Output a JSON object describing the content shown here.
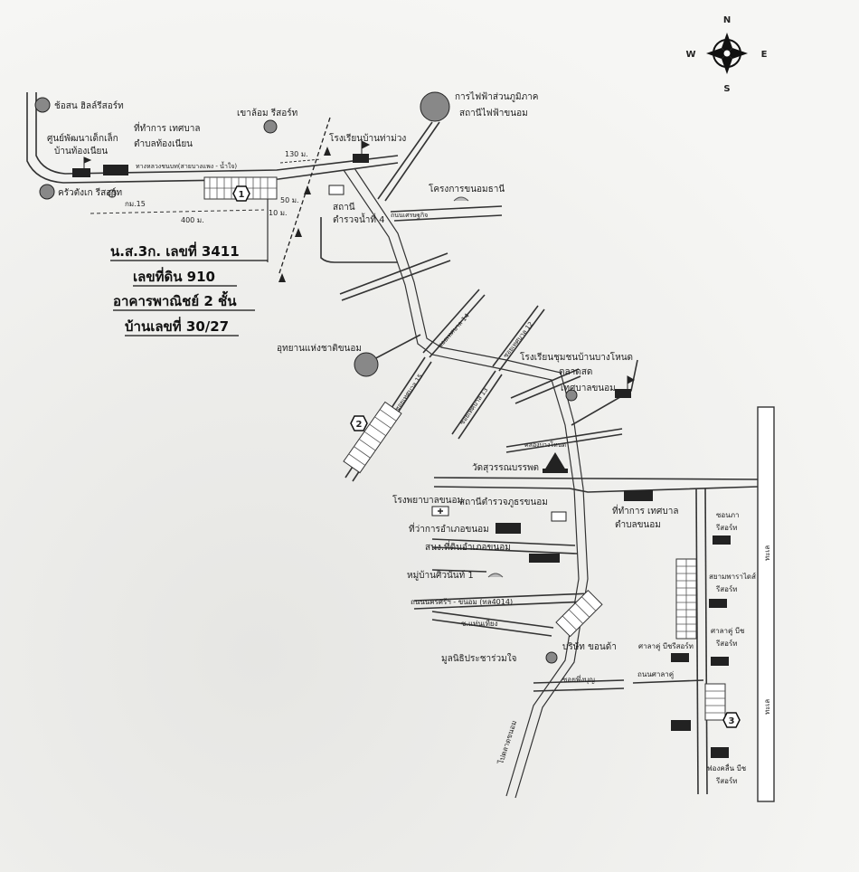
{
  "compass": {
    "n": "N",
    "s": "S",
    "e": "E",
    "w": "W"
  },
  "info": {
    "line1": "น.ส.3ก. เลขที่ 3411",
    "line2": "เลขที่ดิน 910",
    "line3": "อาคารพาณิชย์ 2 ชั้น",
    "line4": "บ้านเลขที่ 30/27"
  },
  "markers": {
    "m1": "1",
    "m2": "2",
    "m3": "3"
  },
  "distances": {
    "d130": "130 ม.",
    "d50": "50 ม.",
    "d10": "10 ม.",
    "d400": "400 ม.",
    "km15": "กม.15"
  },
  "places": {
    "chuson": "ช้อสน ฮิลล์รีสอร์ท",
    "child_center_1": "ศูนย์พัฒนาเด็กเล็ก",
    "child_center_2": "บ้านท้องเนียน",
    "tessaban_1": "ที่ทำการ เทศบาล",
    "tessaban_2": "ตำบลท้องเนียน",
    "khaolom": "เขาล้อม รีสอร์ท",
    "school_thamuang": "โรงเรียนบ้านท่าม่วง",
    "pea_1": "การไฟฟ้าส่วนภูมิภาค",
    "pea_2": "สถานีไฟฟ้าขนอม",
    "krua": "ครัวตังเก รีสอร์ท",
    "station_1": "สถานี",
    "station_2": "ตำรวจน้ำที่ 4",
    "project": "โครงการขนอมธานี",
    "park": "อุทยานแห่งชาติขนอม",
    "school_community": "โรงเรียนชุมชนบ้านบางโหนด",
    "market": "ตลาดสด",
    "tessaban_khanom": "เทศบาลขนอม",
    "wat": "วัดสุวรรณบรรพต",
    "hospital": "โรงพยาบาลขนอม",
    "police": "สถานีตำรวจภูธรขนอม",
    "district": "ที่ว่าการอำเภอขนอม",
    "land_office": "สนง.ที่ดินอำเภอขนอม",
    "tessaban_tambon_1": "ที่ทำการ เทศบาล",
    "tessaban_tambon_2": "ตำบลขนอม",
    "village": "หมู่บ้านศิวนันท์ 1",
    "foundation": "มูลนิธิประชาร่วมใจ",
    "company": "บริษัท ขอนด้า",
    "sonpa_1": "ซอนภา",
    "sonpa_2": "รีสอร์ท",
    "siam_1": "สยามพาราไดส์",
    "siam_2": "รีสอร์ท",
    "sala_1": "ศาลาคู่ บีช",
    "sala_2": "รีสอร์ท",
    "sala_beach": "ศาลาคู่ บีชรีสอร์ท",
    "fong_1": "ฟองคลื่น บีช",
    "fong_2": "รีสอร์ท"
  },
  "roads": {
    "main_hwy": "ทางหลวงชนบท(สายบางแพง - น้ำใจ)",
    "setthakit": "ถนนเศรษฐกิจ",
    "r_nakhon": "ถนนนครศรีฯ - ขนอม (ทล4014)",
    "soi_thiang": "ซ.แท่นเที่ยง",
    "soi_phungbun": "ซอยพึ่งบุญ",
    "sala_road": "ถนนศาลาคู่",
    "soi14": "ซอยเทศบาล 14",
    "soi15": "ซอยเทศบาล 15",
    "soi12": "ซอยเทศบาล 12",
    "soi13": "ซอยเทศบาล 13",
    "khlong_bangnot": "คลองบางโหนด",
    "to_khanom_market": "ไปตลาดขนอม",
    "sea_1": "ทะเล",
    "sea_2": "ทะเล"
  }
}
